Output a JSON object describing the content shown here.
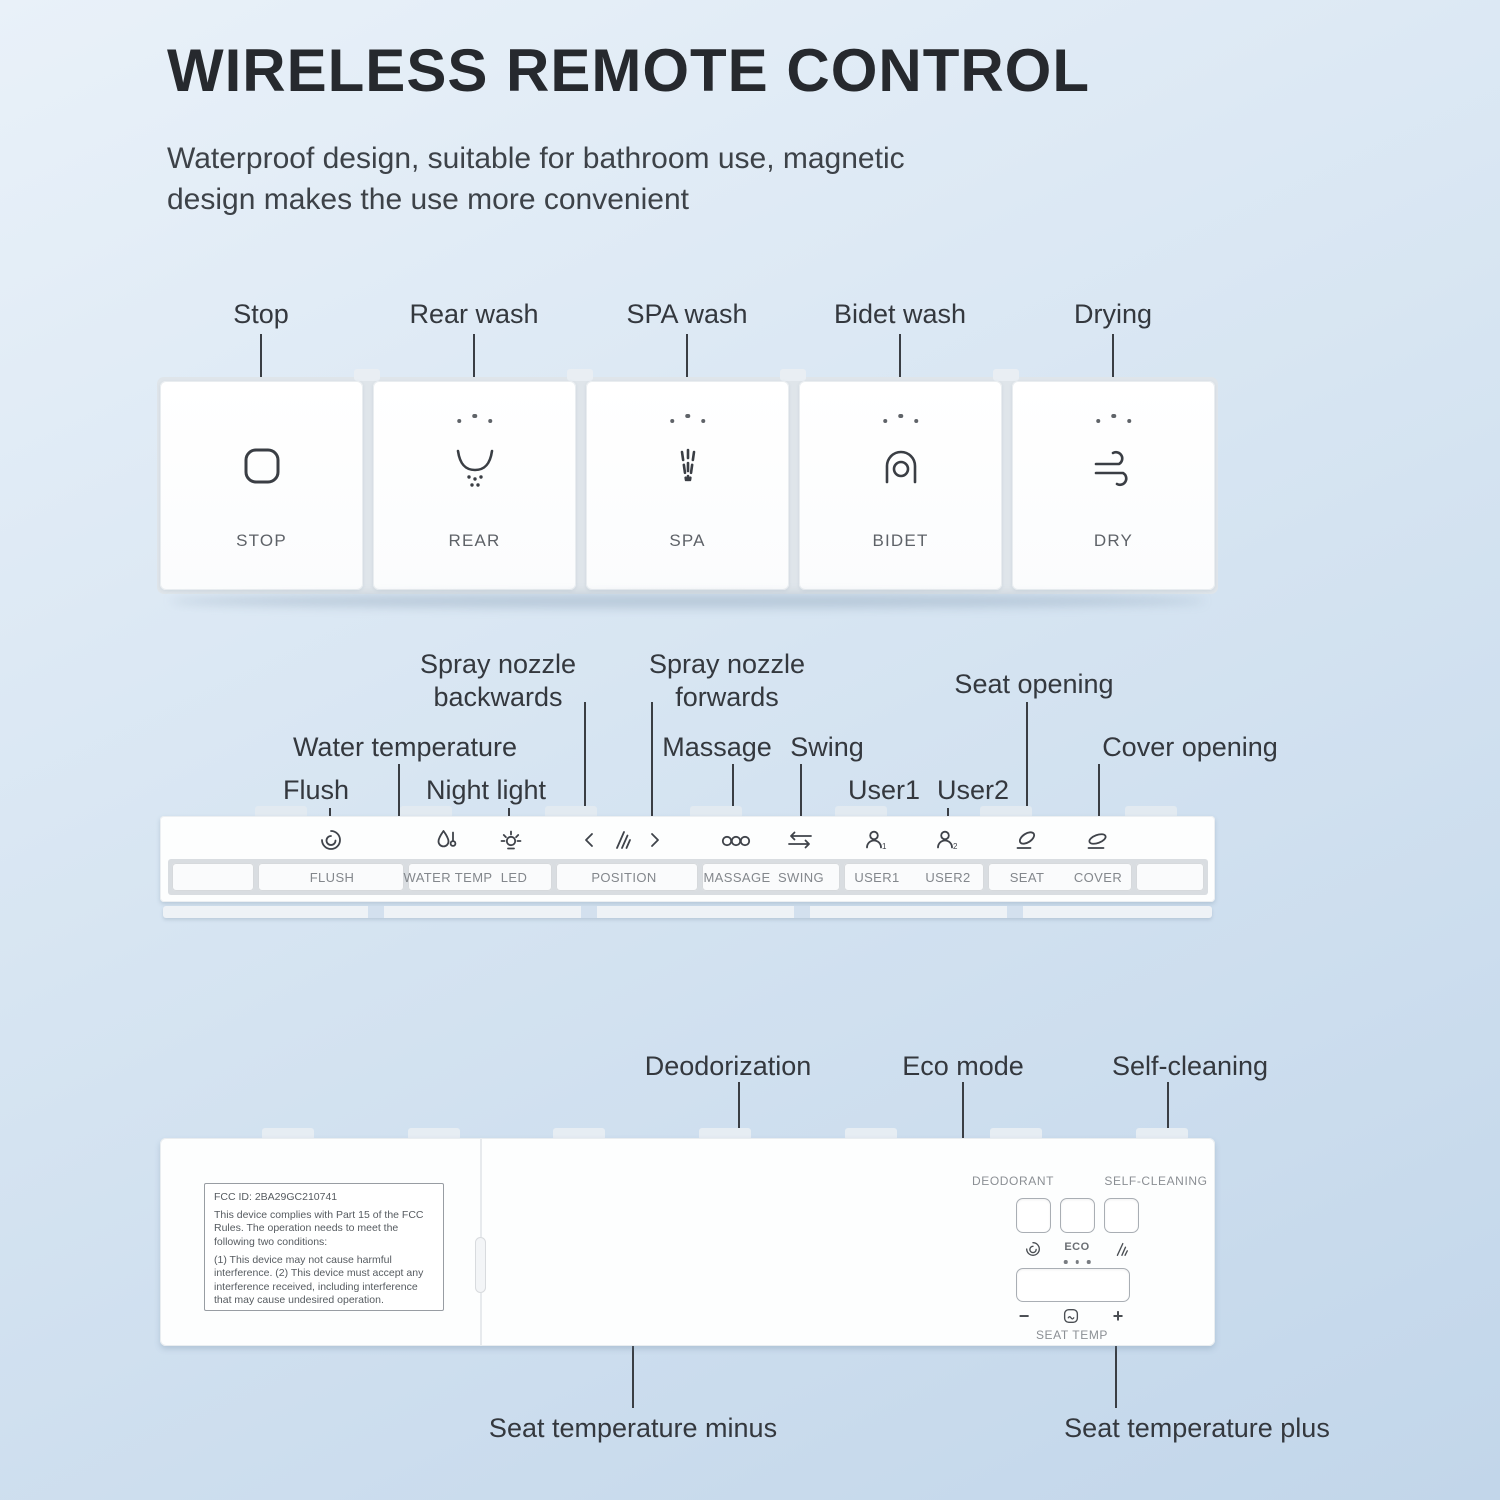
{
  "page": {
    "title": "WIRELESS REMOTE CONTROL",
    "subtitle_line1": "Waterproof design, suitable for bathroom use, magnetic",
    "subtitle_line2": "design makes the use more convenient"
  },
  "face": {
    "buttons": [
      {
        "callout": "Stop",
        "label": "STOP"
      },
      {
        "callout": "Rear wash",
        "label": "REAR"
      },
      {
        "callout": "SPA wash",
        "label": "SPA"
      },
      {
        "callout": "Bidet wash",
        "label": "BIDET"
      },
      {
        "callout": "Drying",
        "label": "DRY"
      }
    ]
  },
  "side": {
    "callouts": {
      "nozzle_back": "Spray nozzle backwards",
      "nozzle_fwd": "Spray nozzle forwards",
      "seat_open": "Seat opening",
      "water_temp": "Water temperature",
      "massage": "Massage",
      "swing": "Swing",
      "cover_open": "Cover opening",
      "flush": "Flush",
      "night_light": "Night light",
      "user1": "User1",
      "user2": "User2"
    },
    "keys": [
      "FLUSH",
      "WATER TEMP",
      "LED",
      "POSITION",
      "MASSAGE",
      "SWING",
      "USER1",
      "USER2",
      "SEAT",
      "COVER"
    ]
  },
  "back": {
    "fcc_id": "FCC  ID: 2BA29GC210741",
    "fcc_text1": "This device complies with Part 15 of the FCC Rules. The operation needs to meet the following two conditions:",
    "fcc_text2": "(1) This device may not cause harmful interference. (2) This device must accept any interference received, including interference that may cause undesired operation.",
    "deodorant": "DEODORANT",
    "self_cleaning": "SELF-CLEANING",
    "eco": "ECO",
    "seat_temp": "SEAT TEMP",
    "minus": "−",
    "plus": "+",
    "callouts": {
      "deodorization": "Deodorization",
      "eco_mode": "Eco mode",
      "self_cleaning": "Self-cleaning",
      "minus": "Seat temperature minus",
      "plus": "Seat temperature plus"
    }
  }
}
